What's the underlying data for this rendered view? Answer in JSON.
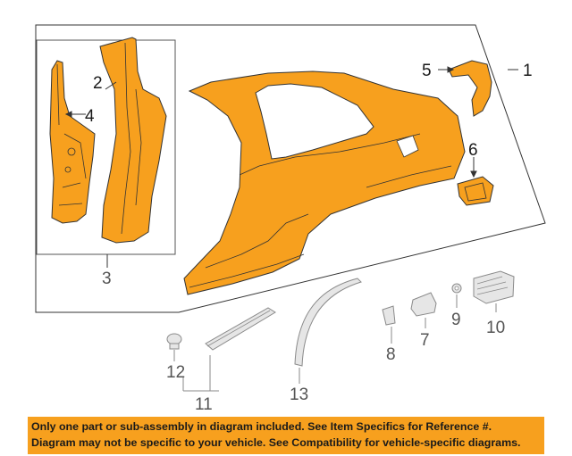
{
  "diagram": {
    "callouts": {
      "c1": "1",
      "c2": "2",
      "c3": "3",
      "c4": "4",
      "c5": "5",
      "c6": "6",
      "c7": "7",
      "c8": "8",
      "c9": "9",
      "c10": "10",
      "c11": "11",
      "c12": "12",
      "c13": "13"
    },
    "colors": {
      "part_fill": "#f7a01e",
      "outline": "#333333",
      "grey_part": "#e6e6e6",
      "grey_outline": "#8a8a8a"
    }
  },
  "notice": {
    "line1": "Only one part or sub-assembly in diagram included. See Item Specifics for Reference #.",
    "line2": "Diagram may not be specific to your vehicle. See Compatibility for vehicle-specific diagrams."
  }
}
